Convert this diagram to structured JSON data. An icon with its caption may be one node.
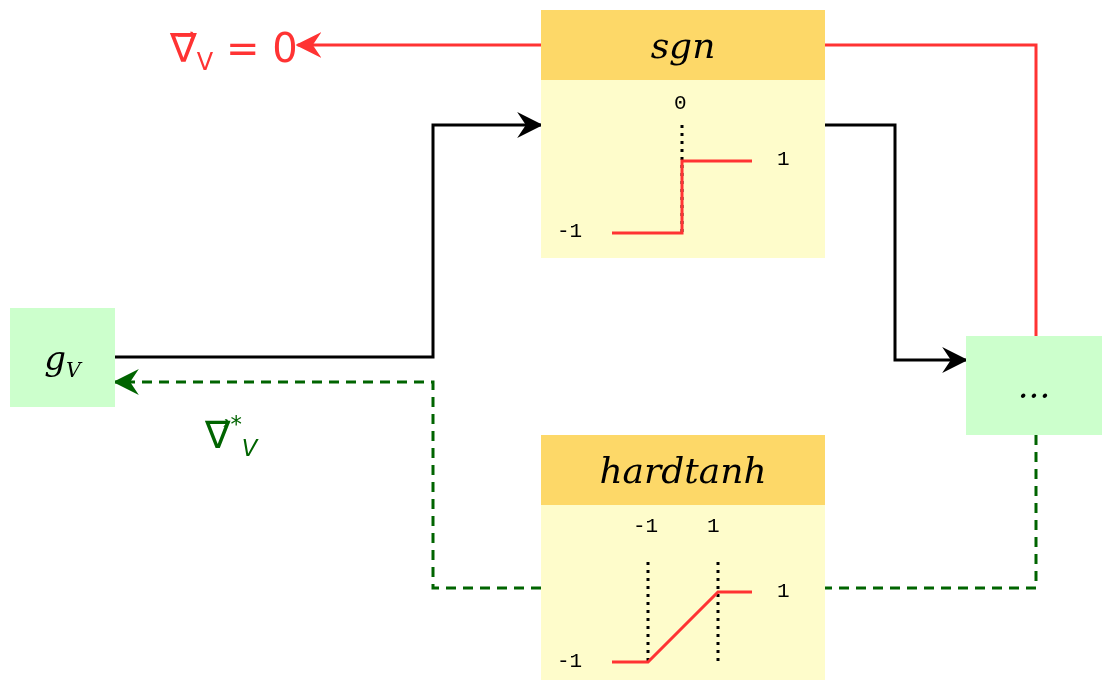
{
  "diagram": {
    "nodes": [
      {
        "text": [
          "sgn",
          "0",
          "1",
          "-1"
        ]
      },
      {
        "text": [
          "g$_{V}$"
        ]
      },
      {
        "text": [
          "..."
        ]
      },
      {
        "text": [
          "hardtanh",
          "-1",
          "1",
          "1",
          "-1"
        ]
      },
      {
        "text": [
          "∇⃗$_{V}$ = 0"
        ]
      }
    ],
    "edges": [
      {
        "from": 1,
        "to": 0,
        "arrow": "to"
      },
      {
        "from": 0,
        "to": 2,
        "arrow": "to"
      },
      {
        "from": 2,
        "to": 0,
        "arrow": "none",
        "color": "#ff3333"
      },
      {
        "from": 0,
        "to": 4,
        "arrow": "to",
        "color": "#ff3333"
      },
      {
        "from": 2,
        "to": 3,
        "arrow": "none",
        "style": "dashed",
        "color": "#006400"
      },
      {
        "from": 3,
        "to": 1,
        "arrow": "to",
        "style": "dashed",
        "color": "#006400",
        "label": "∇⃗$^{*}$$_{V}$"
      }
    ]
  }
}
